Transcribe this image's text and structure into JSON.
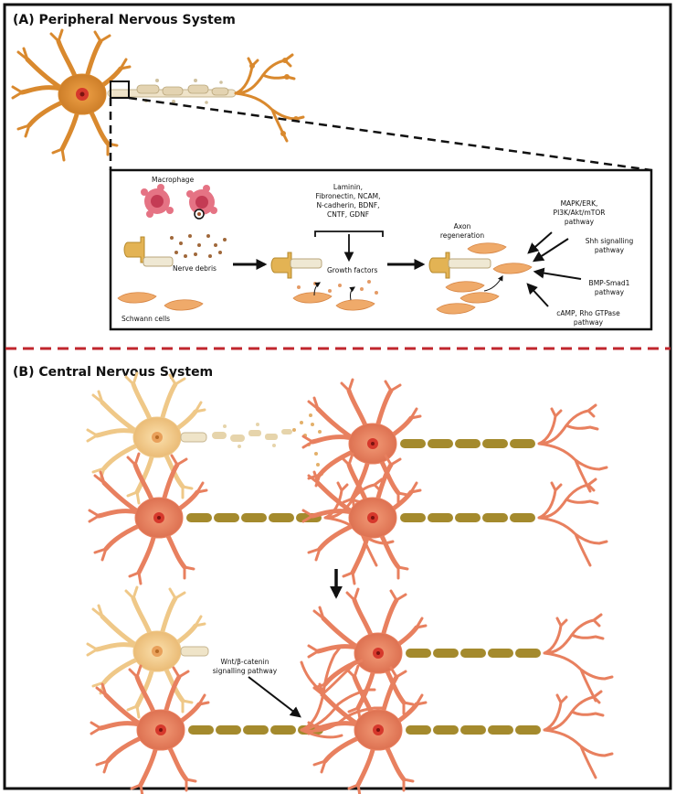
{
  "colors": {
    "border": "#111111",
    "divider": "#c0262d",
    "neuron_dark_orange": "#d9892e",
    "neuron_salmon": "#e8805f",
    "neuron_pale": "#f2c98a",
    "myelin": "#a48a2d",
    "macrophage": "#e57384",
    "schwann": "#efaa6a"
  },
  "panel_a": {
    "title": "(A) Peripheral Nervous System",
    "labels": {
      "macrophage": "Macrophage",
      "nerve_debris": "Nerve debris",
      "schwann_cells": "Schwann cells",
      "factors": [
        "Laminin,",
        "Fibronectin, NCAM,",
        "N-cadherin, BDNF,",
        "CNTF, GDNF"
      ],
      "growth_factors": "Growth factors",
      "axon_regeneration": [
        "Axon",
        "regeneration"
      ],
      "pathway_mapk": [
        "MAPK/ERK,",
        "PI3K/Akt/mTOR",
        "pathway"
      ],
      "pathway_shh": [
        "Shh  signalling",
        "pathway"
      ],
      "pathway_bmp": [
        "BMP-Smad1",
        "pathway"
      ],
      "pathway_camp": [
        "cAMP, Rho GTPase",
        "pathway"
      ]
    }
  },
  "panel_b": {
    "title": "(B) Central Nervous System",
    "labels": {
      "wnt": [
        "Wnt/β-catenin",
        "signalling pathway"
      ]
    }
  }
}
